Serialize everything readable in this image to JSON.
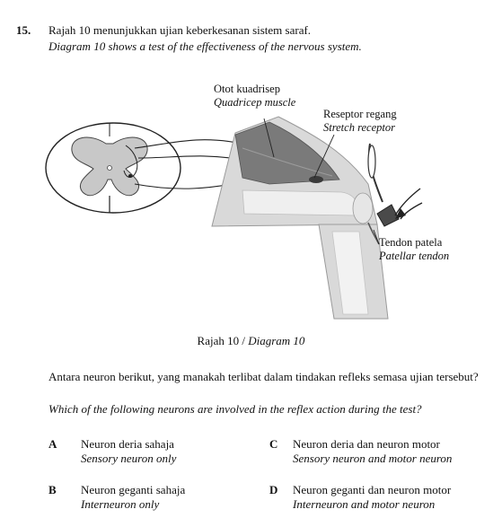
{
  "question": {
    "number": "15.",
    "stem_malay": "Rajah 10 menunjukkan ujian keberkesanan sistem saraf.",
    "stem_english": "Diagram 10 shows a test of the effectiveness of the nervous system."
  },
  "diagram": {
    "labels": {
      "quadricep_malay": "Otot kuadrisep",
      "quadricep_english": "Quadricep muscle",
      "stretch_malay": "Reseptor regang",
      "stretch_english": "Stretch receptor",
      "tendon_malay": "Tendon patela",
      "tendon_english": "Patellar tendon"
    },
    "caption_malay": "Rajah 10  /",
    "caption_english": "Diagram 10"
  },
  "prompt": {
    "malay": "Antara neuron berikut, yang manakah terlibat dalam tindakan refleks semasa ujian tersebut?",
    "english": "Which of the following neurons are involved in the reflex action during the test?"
  },
  "options": [
    {
      "letter": "A",
      "malay": "Neuron deria sahaja",
      "english": "Sensory neuron only"
    },
    {
      "letter": "B",
      "malay": "Neuron geganti sahaja",
      "english": "Interneuron only"
    },
    {
      "letter": "C",
      "malay": "Neuron deria dan neuron motor",
      "english": "Sensory neuron and motor neuron"
    },
    {
      "letter": "D",
      "malay": "Neuron geganti dan neuron motor",
      "english": "Interneuron and motor neuron"
    }
  ]
}
